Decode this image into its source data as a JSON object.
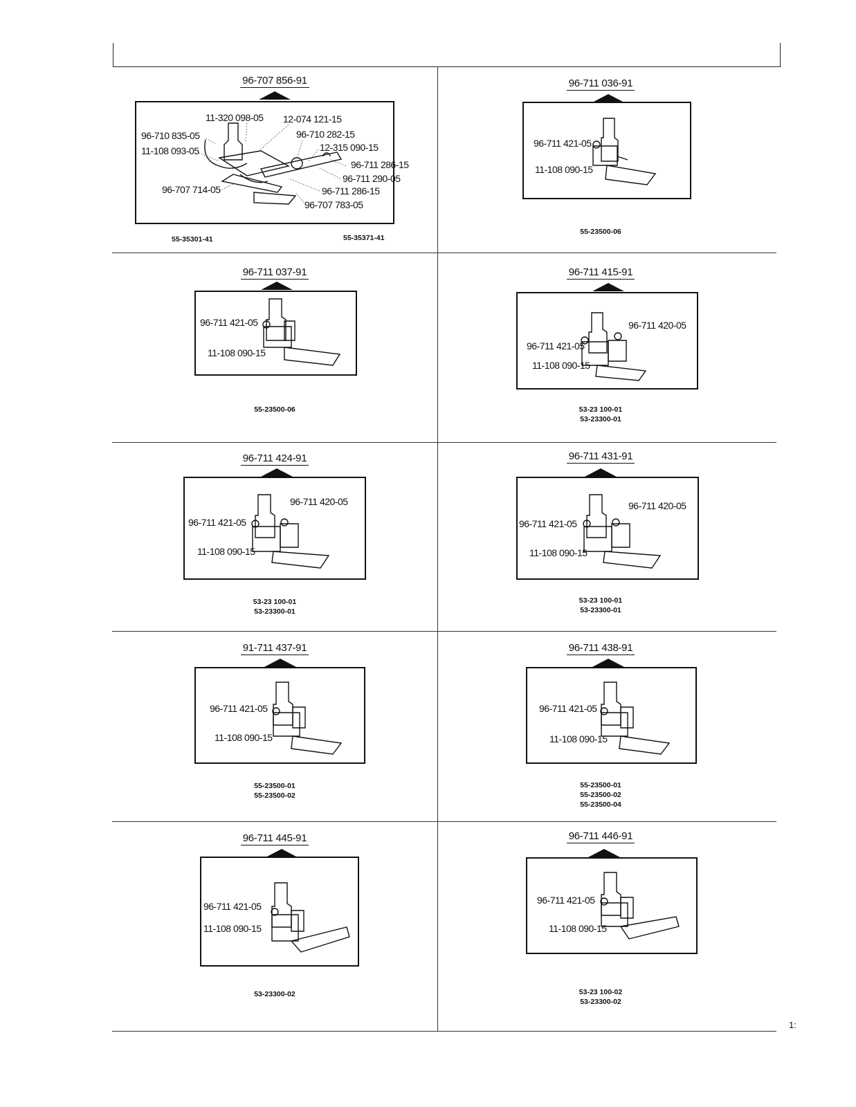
{
  "page_number": "1:",
  "cells": [
    {
      "id": "c1",
      "title": "96-707 856-91",
      "labels": [
        "11-320 098-05",
        "12-074 121-15",
        "96-710 835-05",
        "96-710 282-15",
        "11-108 093-05",
        "12-315 090-15",
        "96-711 286-15",
        "96-711 290-05",
        "96-707 714-05",
        "96-711 286-15",
        "96-707 783-05"
      ],
      "codes_left": "55-35301-41",
      "codes_right": "55-35371-41"
    },
    {
      "id": "c2",
      "title": "96-711 036-91",
      "labels": [
        "96-711 421-05",
        "11-108 090-15"
      ],
      "codes": [
        "55-23500-06"
      ]
    },
    {
      "id": "c3",
      "title": "96-711 037-91",
      "labels": [
        "96-711 421-05",
        "11-108 090-15"
      ],
      "codes": [
        "55-23500-06"
      ]
    },
    {
      "id": "c4",
      "title": "96-711 415-91",
      "labels": [
        "96-711 420-05",
        "96-711 421-05",
        "11-108 090-15"
      ],
      "codes": [
        "53-23 100-01",
        "53-23300-01"
      ]
    },
    {
      "id": "c5",
      "title": "96-711 424-91",
      "labels": [
        "96-711 420-05",
        "96-711 421-05",
        "11-108 090-15"
      ],
      "codes": [
        "53-23 100-01",
        "53-23300-01"
      ]
    },
    {
      "id": "c6",
      "title": "96-711 431-91",
      "labels": [
        "96-711 420-05",
        "96-711 421-05",
        "11-108 090-15"
      ],
      "codes": [
        "53-23 100-01",
        "53-23300-01"
      ]
    },
    {
      "id": "c7",
      "title": "91-711 437-91",
      "labels": [
        "96-711 421-05",
        "11-108 090-15"
      ],
      "codes": [
        "55-23500-01",
        "55-23500-02"
      ]
    },
    {
      "id": "c8",
      "title": "96-711 438-91",
      "labels": [
        "96-711 421-05",
        "11-108 090-15"
      ],
      "codes": [
        "55-23500-01",
        "55-23500-02",
        "55-23500-04"
      ]
    },
    {
      "id": "c9",
      "title": "96-711 445-91",
      "labels": [
        "96-711 421-05",
        "11-108 090-15"
      ],
      "codes": [
        "53-23300-02"
      ]
    },
    {
      "id": "c10",
      "title": "96-711 446-91",
      "labels": [
        "96-711 421-05",
        "11-108 090-15"
      ],
      "codes": [
        "53-23 100-02",
        "53-23300-02"
      ]
    }
  ]
}
